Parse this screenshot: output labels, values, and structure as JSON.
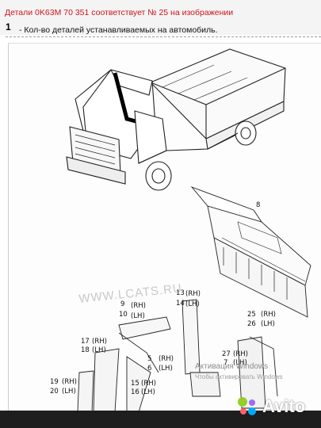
{
  "header": {
    "title": "Детали 0K63M 70 351 соответствует № 25 на изображении",
    "note_number": "1",
    "note_text": "- Кол-во деталей устанавливаемых на автомобиль."
  },
  "diagram": {
    "watermark": "WWW.LCATS.RU",
    "callouts": [
      {
        "id": "c8",
        "text": "8"
      },
      {
        "id": "c13",
        "text": "13"
      },
      {
        "id": "c13rh",
        "text": "(RH)"
      },
      {
        "id": "c14",
        "text": "14"
      },
      {
        "id": "c14lh",
        "text": "(LH)"
      },
      {
        "id": "c9",
        "text": "9"
      },
      {
        "id": "c9rh",
        "text": "(RH)"
      },
      {
        "id": "c10",
        "text": "10"
      },
      {
        "id": "c10lh",
        "text": "(LH)"
      },
      {
        "id": "c17",
        "text": "17"
      },
      {
        "id": "c17rh",
        "text": "(RH)"
      },
      {
        "id": "c18",
        "text": "18"
      },
      {
        "id": "c18lh",
        "text": "(LH)"
      },
      {
        "id": "c5",
        "text": "5"
      },
      {
        "id": "c5rh",
        "text": "(RH)"
      },
      {
        "id": "c6",
        "text": "6"
      },
      {
        "id": "c6lh",
        "text": "(LH)"
      },
      {
        "id": "c25",
        "text": "25"
      },
      {
        "id": "c25rh",
        "text": "(RH)"
      },
      {
        "id": "c26",
        "text": "26"
      },
      {
        "id": "c26lh",
        "text": "(LH)"
      },
      {
        "id": "c27",
        "text": "27"
      },
      {
        "id": "c27rh",
        "text": "(RH)"
      },
      {
        "id": "c7",
        "text": "7"
      },
      {
        "id": "c7lh",
        "text": "(LH)"
      },
      {
        "id": "c19",
        "text": "19"
      },
      {
        "id": "c19rh",
        "text": "(RH)"
      },
      {
        "id": "c20",
        "text": "20"
      },
      {
        "id": "c20lh",
        "text": "(LH)"
      },
      {
        "id": "c15",
        "text": "15"
      },
      {
        "id": "c15rh",
        "text": "(RH)"
      },
      {
        "id": "c16",
        "text": "16"
      },
      {
        "id": "c16lh",
        "text": "(LH)"
      }
    ]
  },
  "overlay": {
    "windows_line1": "Активация Windows",
    "windows_line2": "Чтобы активировать Windows",
    "brand": "Avito"
  }
}
